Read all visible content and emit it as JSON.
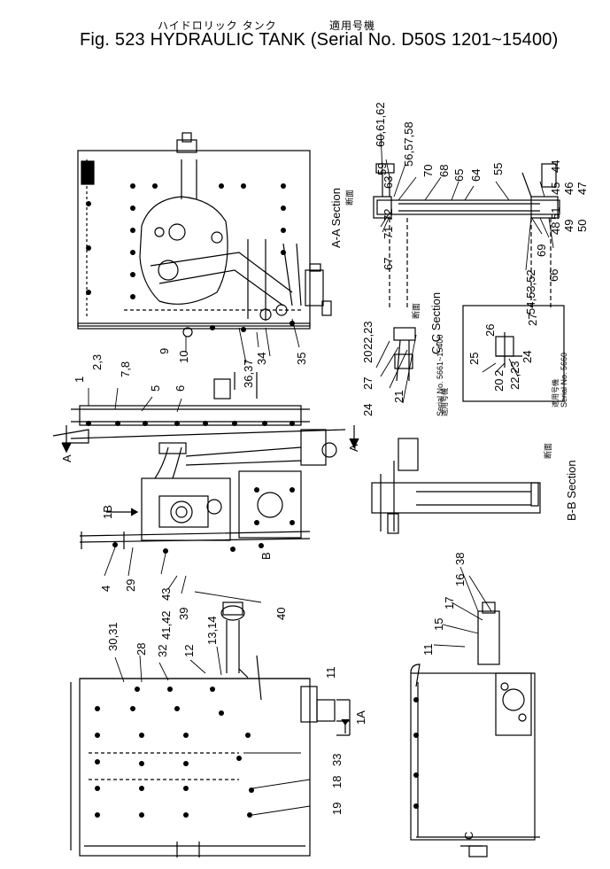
{
  "header": {
    "jp_title": "ハイドロリック タンク",
    "jp_applic": "適用号機",
    "fig_title": "Fig. 523  HYDRAULIC TANK (Serial No. D50S 1201~15400)"
  },
  "section_labels": {
    "aa_jp": "断面",
    "aa": "A-A Section",
    "cc_jp": "断面",
    "cc": "C-C Section",
    "bb_jp": "断面",
    "bb": "B-B Section",
    "serial_a": "Serial No. 5661~15400",
    "serial_a_jp": "適用号機",
    "serial_b": "Serial No. 5660",
    "serial_b_jp": "適用号機"
  },
  "view_markers": {
    "A_left": "A",
    "A_right": "A",
    "B": "B",
    "C": "C",
    "arrow_1B": "1B",
    "arrow_1A": "1A"
  },
  "part_numbers": {
    "p60": "60,61,62",
    "p59": "59",
    "p63": "63",
    "p5658": "56,57,58",
    "p70": "70",
    "p68": "68",
    "p65": "65",
    "p64": "64",
    "p55": "55",
    "p44": "44",
    "p45": "45",
    "p46": "46",
    "p47": "47",
    "p72": "72",
    "p71": "71",
    "p67": "67",
    "p51": "51",
    "p48": "48",
    "p49": "49",
    "p50": "50",
    "p69": "69",
    "p66": "66",
    "p54": "54,53,52",
    "p10": "10",
    "p9": "9",
    "p3637": "36,37",
    "p34": "34",
    "p35": "35",
    "p1": "1",
    "p23": "2,3",
    "p78": "7,8",
    "p5": "5",
    "p6": "6",
    "p22a": "22,23",
    "p20a": "20",
    "p27a": "27",
    "p24a": "24",
    "p21a": "21",
    "p27b": "27",
    "p26b": "26",
    "p25b": "25",
    "p24b": "24",
    "p2b": "2",
    "p20b": "20",
    "p2223b": "22,23",
    "p4": "4",
    "p29": "29",
    "p43": "43",
    "p4142": "41,42",
    "p39": "39",
    "p40": "40",
    "p3031": "30,31",
    "p28": "28",
    "p32": "32",
    "p12": "12",
    "p1314": "13,14",
    "p11": "11",
    "p33": "33",
    "p18": "18",
    "p19": "19",
    "p38": "38",
    "p16": "16",
    "p17": "17",
    "p15": "15",
    "p11b": "11"
  }
}
